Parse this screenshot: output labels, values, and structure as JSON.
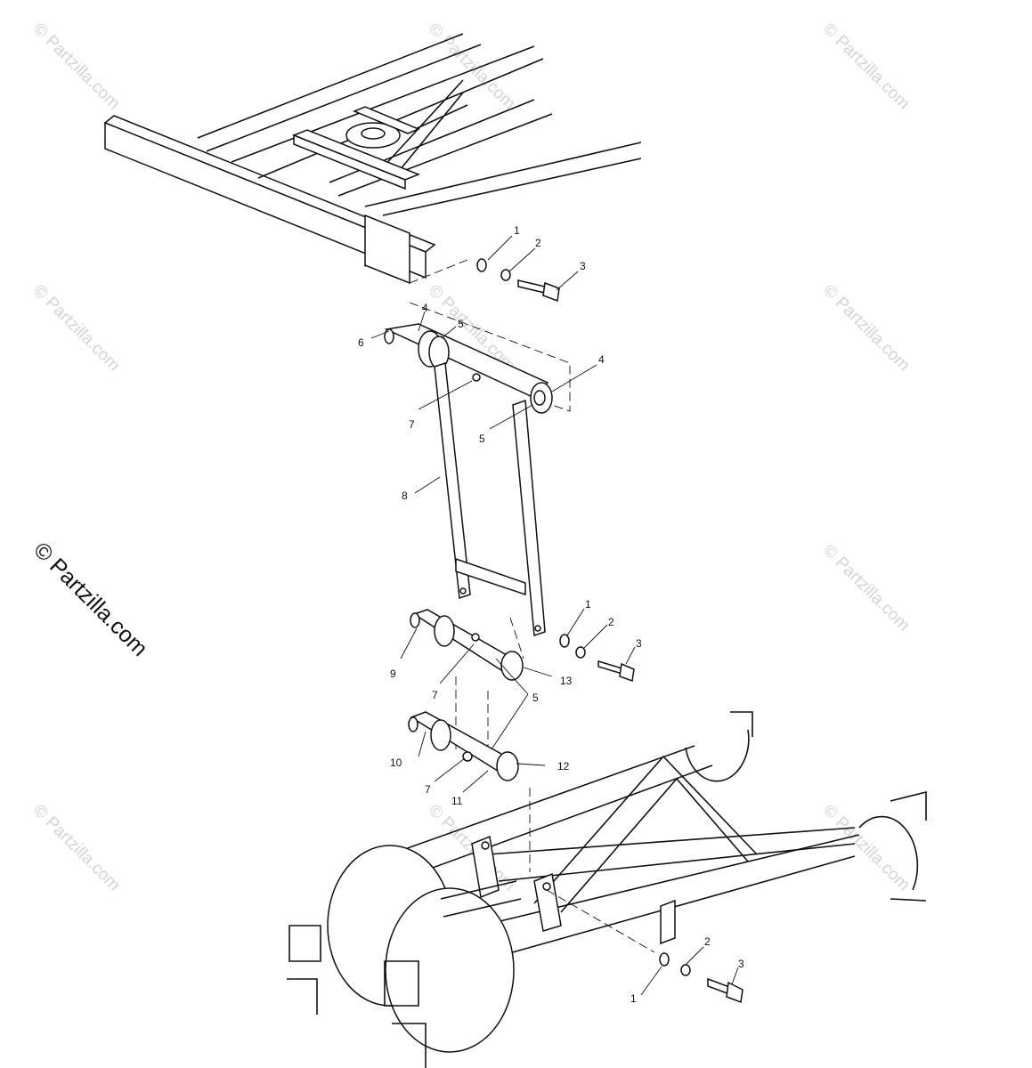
{
  "watermarks": {
    "small_text": "© Partzilla.com",
    "main_text": "© Partzilla.com"
  },
  "callouts": [
    {
      "id": "c-top-1",
      "label": "1"
    },
    {
      "id": "c-top-2",
      "label": "2"
    },
    {
      "id": "c-top-3",
      "label": "3"
    },
    {
      "id": "c-upper-4a",
      "label": "4"
    },
    {
      "id": "c-upper-5a",
      "label": "5"
    },
    {
      "id": "c-upper-6",
      "label": "6"
    },
    {
      "id": "c-upper-4b",
      "label": "4"
    },
    {
      "id": "c-upper-7",
      "label": "7"
    },
    {
      "id": "c-upper-5b",
      "label": "5"
    },
    {
      "id": "c-8",
      "label": "8"
    },
    {
      "id": "c-mid-1",
      "label": "1"
    },
    {
      "id": "c-mid-2",
      "label": "2"
    },
    {
      "id": "c-mid-3",
      "label": "3"
    },
    {
      "id": "c-9",
      "label": "9"
    },
    {
      "id": "c-mid-7",
      "label": "7"
    },
    {
      "id": "c-13",
      "label": "13"
    },
    {
      "id": "c-mid-5",
      "label": "5"
    },
    {
      "id": "c-10",
      "label": "10"
    },
    {
      "id": "c-12",
      "label": "12"
    },
    {
      "id": "c-low-7",
      "label": "7"
    },
    {
      "id": "c-11",
      "label": "11"
    },
    {
      "id": "c-bot-2",
      "label": "2"
    },
    {
      "id": "c-bot-3",
      "label": "3"
    },
    {
      "id": "c-bot-1",
      "label": "1"
    }
  ]
}
